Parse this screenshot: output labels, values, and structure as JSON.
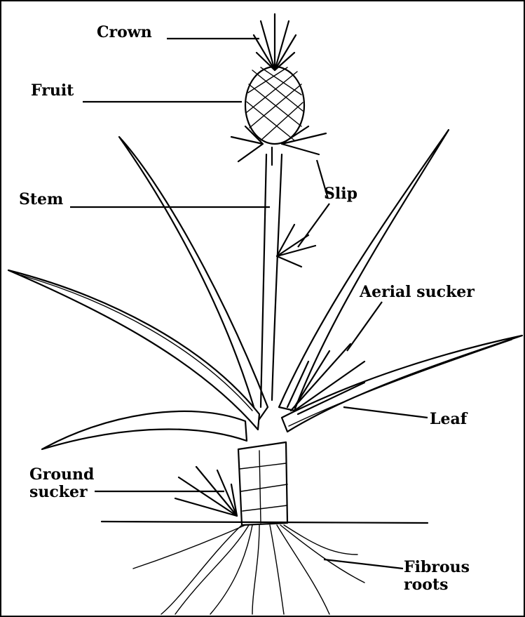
{
  "labels": {
    "crown": "Crown",
    "fruit": "Fruit",
    "stem": "Stem",
    "slip": "Slip",
    "aerial_sucker": "Aerial sucker",
    "leaf": "Leaf",
    "ground_sucker_line1": "Ground",
    "ground_sucker_line2": "sucker",
    "fibrous_roots_line1": "Fibrous",
    "fibrous_roots_line2": "roots"
  },
  "colors": {
    "ink": "#000000",
    "background": "#ffffff"
  }
}
